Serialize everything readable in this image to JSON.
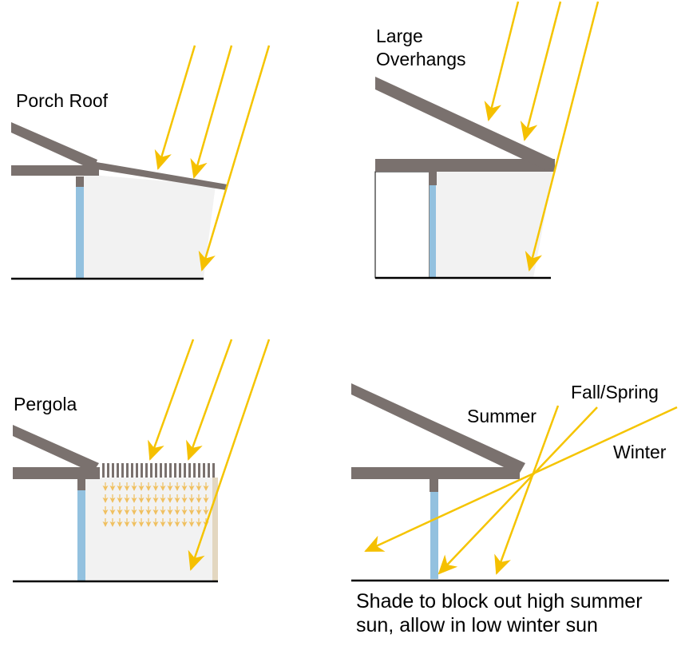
{
  "panels": {
    "porch_roof": {
      "label": "Porch Roof"
    },
    "large_overhangs": {
      "label_line1": "Large",
      "label_line2": "Overhangs"
    },
    "pergola": {
      "label": "Pergola"
    },
    "sun_angles": {
      "summer_label": "Summer",
      "fall_spring_label": "Fall/Spring",
      "winter_label": "Winter",
      "caption_line1": "Shade to block out high summer",
      "caption_line2": "sun, allow in low winter sun"
    }
  },
  "colors": {
    "roof": "#7a716e",
    "window_glass": "#93c1df",
    "shaded_area": "#f2f2f2",
    "sun_ray": "#f5c400",
    "arrowhead": "#f5c000",
    "ground": "#000000",
    "pergola_post": "#e3d7c0"
  }
}
